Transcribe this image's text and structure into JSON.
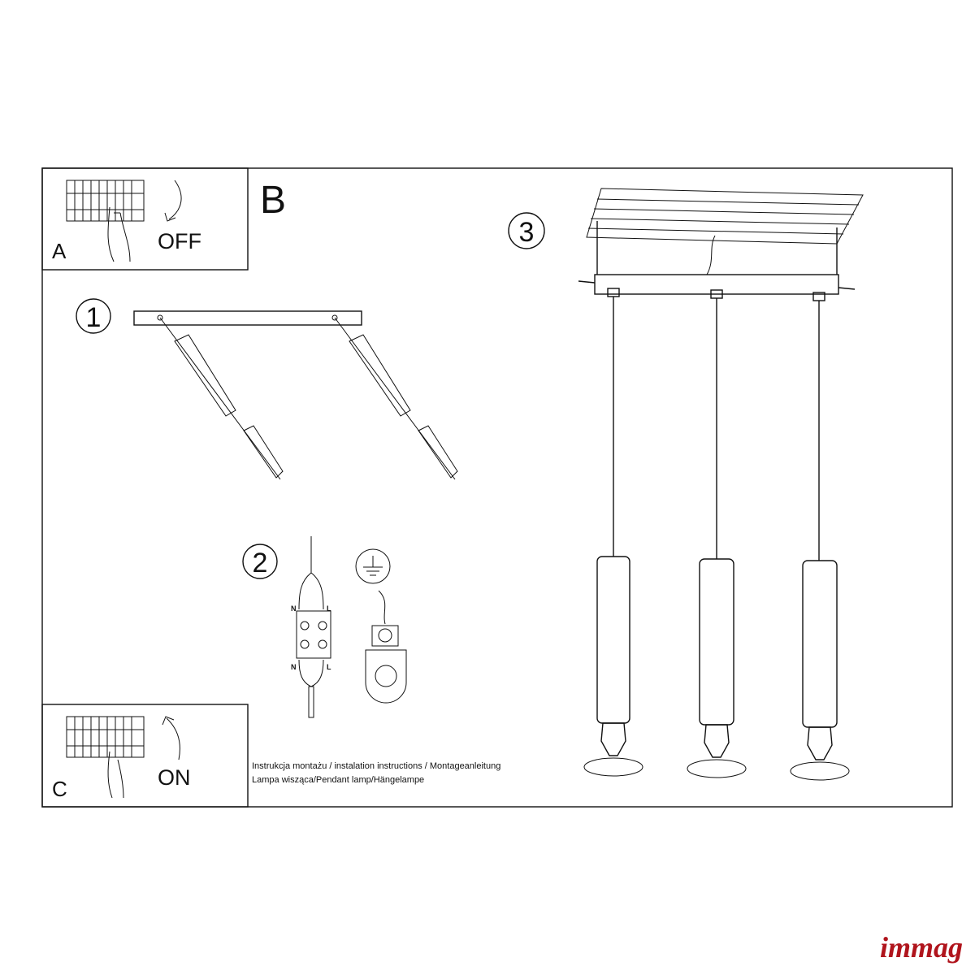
{
  "panels": {
    "a": {
      "label": "A",
      "action": "OFF"
    },
    "b": {
      "label": "B"
    },
    "c": {
      "label": "C",
      "action": "ON"
    }
  },
  "steps": [
    "1",
    "2",
    "3"
  ],
  "wiring": {
    "top_left": "N",
    "top_right": "L",
    "bottom_left": "N",
    "bottom_right": "L"
  },
  "caption": {
    "line1": "Instrukcja montażu / instalation instructions / Montageanleitung",
    "line2": "Lampa wisząca/Pendant lamp/Hängelampe"
  },
  "brand": {
    "logo": "immag",
    "color": "#b0141c"
  }
}
